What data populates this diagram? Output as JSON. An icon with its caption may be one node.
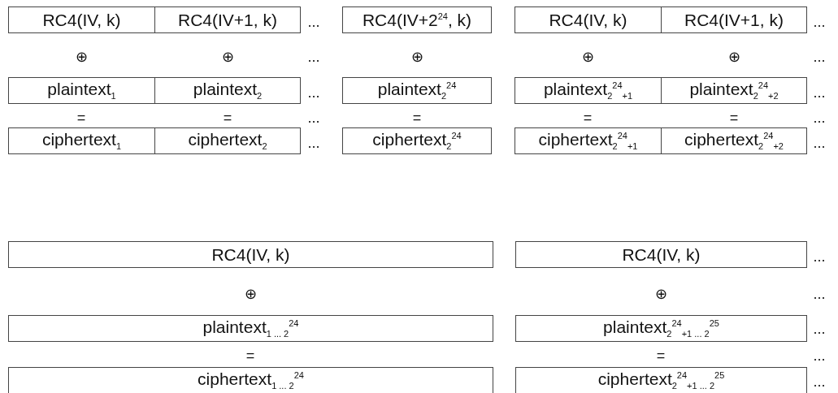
{
  "diagram": {
    "nodes": [
      {
        "text": [
          "RC4(IV, k)"
        ]
      },
      {
        "text": [
          "RC4(IV+1, k)"
        ]
      },
      {
        "text": [
          "RC4(IV+2$^{24}$, k)"
        ]
      },
      {
        "text": [
          "RC4(IV, k)"
        ]
      },
      {
        "text": [
          "RC4(IV+1, k)"
        ]
      },
      {
        "text": [
          "plaintext$_{1}$"
        ]
      },
      {
        "text": [
          "plaintext$_{2}$"
        ]
      },
      {
        "text": [
          "plaintext$_{2}$$^{24}$"
        ]
      },
      {
        "text": [
          "plaintext$_{2}$$^{24}$$_{+1}$"
        ]
      },
      {
        "text": [
          "plaintext$_{2}$$^{24}$$_{+2}$"
        ]
      },
      {
        "text": [
          "ciphertext$_{1}$"
        ]
      },
      {
        "text": [
          "ciphertext$_{2}$"
        ]
      },
      {
        "text": [
          "ciphertext$_{2}$$^{24}$"
        ]
      },
      {
        "text": [
          "ciphertext$_{2}$$^{24}$$_{+1}$"
        ]
      },
      {
        "text": [
          "ciphertext$_{2}$$^{24}$$_{+2}$"
        ]
      },
      {
        "text": [
          "RC4(IV, k)"
        ]
      },
      {
        "text": [
          "RC4(IV, k)"
        ]
      },
      {
        "text": [
          "plaintext$_{1 ... 2}$$^{24}$"
        ]
      },
      {
        "text": [
          "plaintext$_{2}$$^{24}$$_{+1 ... 2}$$^{25}$"
        ]
      },
      {
        "text": [
          "ciphertext$_{1 ... 2}$$^{24}$"
        ]
      },
      {
        "text": [
          "ciphertext$_{2}$$^{24}$$_{+1 ... 2}$$^{25}$"
        ]
      }
    ],
    "labels": [
      "...",
      "...",
      "⊕",
      "⊕",
      "...",
      "⊕",
      "⊕",
      "⊕",
      "...",
      "...",
      "...",
      "=",
      "=",
      "...",
      "=",
      "=",
      "=",
      "...",
      "...",
      "...",
      "...",
      "⊕",
      "⊕",
      "...",
      "...",
      "=",
      "=",
      "...",
      "..."
    ]
  }
}
